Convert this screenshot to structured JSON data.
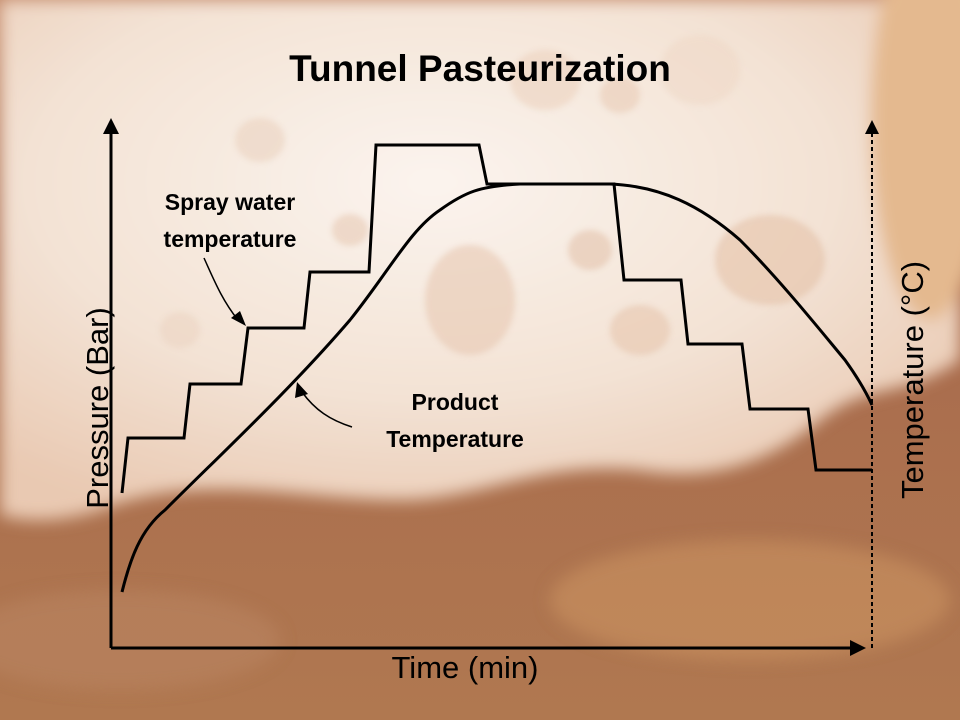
{
  "title": "Tunnel Pasteurization",
  "x_axis_label": "Time (min)",
  "y_axis_left_label": "Pressure (Bar)",
  "y_axis_right_label": "Temperature (°C)",
  "annotations": {
    "spray_line1": "Spray water",
    "spray_line2": "temperature",
    "product_line1": "Product",
    "product_line2": "Temperature"
  },
  "colors": {
    "line": "#000000",
    "foam": "#f3e3d6",
    "beer": "#a76a4c"
  },
  "icons": {
    "axis_arrows": "arrowhead",
    "annotation_pointers": "curved-arrow"
  }
}
